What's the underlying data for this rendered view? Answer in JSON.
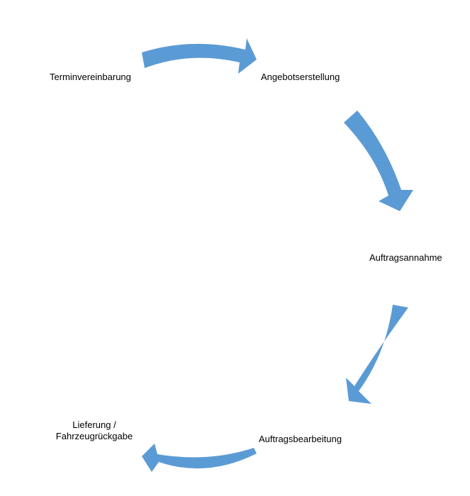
{
  "diagram": {
    "arrow_color": "#5b9bd5",
    "steps": [
      {
        "label": "Terminvereinbarung"
      },
      {
        "label": "Angebotserstellung"
      },
      {
        "label": "Auftragsannahme"
      },
      {
        "label": "Auftragsbearbeitung"
      },
      {
        "label_line1": "Lieferung /",
        "label_line2": "Fahrzeugrückgabe"
      }
    ]
  }
}
